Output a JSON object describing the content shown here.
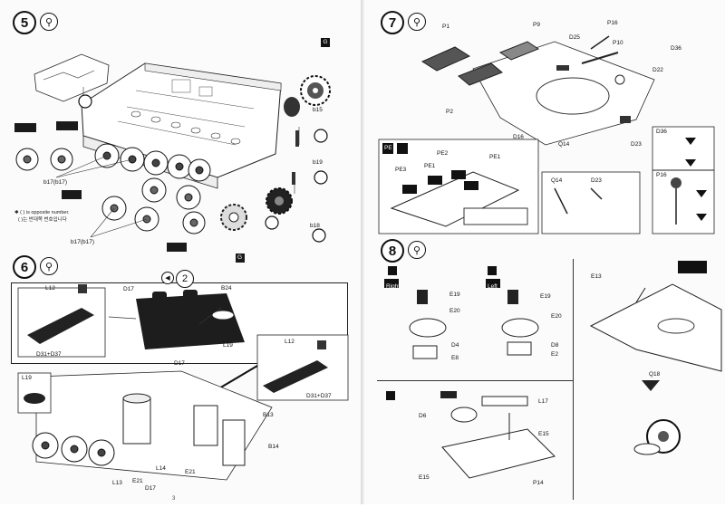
{
  "steps": {
    "s5": {
      "number": "5"
    },
    "s6": {
      "number": "6"
    },
    "s7": {
      "number": "7"
    },
    "s8": {
      "number": "8"
    }
  },
  "step5": {
    "labels": {
      "b15": "b15",
      "b19": "b19",
      "b18": "b18",
      "b17a": "b17(b17)",
      "b17b": "b17(b17)",
      "callout_tag": "G",
      "side_tag": "G"
    },
    "note_en": "✱ ( ) is opposite number.",
    "note_kr": "( )는 반대쪽 번호입니다"
  },
  "step6": {
    "sub_number": "2",
    "labels": {
      "d17": "D17",
      "l12": "L12",
      "b24": "B24",
      "d31d37": "D31+D37",
      "l19": "L19",
      "l12b": "L12",
      "d31d37b": "D31+D37",
      "l19b": "L19",
      "d17b": "D17",
      "b13": "B13",
      "b14": "B14",
      "l13": "L13",
      "e21a": "E21",
      "l14": "L14",
      "e21b": "E21",
      "d17c": "D17"
    }
  },
  "step7": {
    "labels": {
      "p1": "P1",
      "p9": "P9",
      "p16": "P16",
      "d25": "D25",
      "p10": "P10",
      "d36": "D36",
      "d22": "D22",
      "p2": "P2",
      "d16": "D16",
      "q14": "Q14",
      "d23": "D23",
      "pe2": "PE2",
      "pe1": "PE1",
      "pe3": "PE3",
      "pe1b": "PE1",
      "q14b": "Q14",
      "d23b": "D23",
      "d36b": "D36",
      "p16b": "P16"
    },
    "pe_tag": "PE"
  },
  "step8": {
    "labels": {
      "e19": "E19",
      "e20": "E20",
      "d4": "D4",
      "e8": "E8",
      "e19b": "E19",
      "e20b": "E20",
      "d8": "D8",
      "e2": "E2",
      "e13": "E13",
      "q18": "Q18",
      "l17": "L17",
      "d6": "D6",
      "e15": "E15",
      "e15b": "E15",
      "p14": "P14",
      "right": "Right",
      "left": "Left"
    }
  },
  "page_numbers": {
    "left": "3"
  }
}
